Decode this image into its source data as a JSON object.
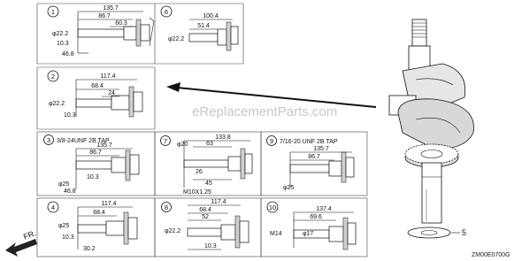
{
  "panels": [
    {
      "number": "1",
      "dims": [
        "135.7",
        "86.7",
        "60.3",
        "φ22.2",
        "10.3",
        "46.8"
      ]
    },
    {
      "number": "6",
      "dims": [
        "100.4",
        "51.4",
        "φ22.2"
      ]
    },
    {
      "number": "2",
      "dims": [
        "117.4",
        "68.4",
        "24",
        "φ22.2",
        "10.3"
      ]
    },
    {
      "number": "3",
      "note": "3/8-24UNF 2B TAP",
      "dims": [
        "135.7",
        "86.7",
        "10.3",
        "φ25",
        "46.8"
      ]
    },
    {
      "number": "7",
      "dims": [
        "133.8",
        "63",
        "φ20",
        "26",
        "45",
        "M10X1.25"
      ]
    },
    {
      "number": "9",
      "note": "7/16-20 UNF 2B TAP",
      "dims": [
        "135.7",
        "86.7",
        "φ25"
      ]
    },
    {
      "number": "4",
      "dims": [
        "117.4",
        "68.4",
        "φ25",
        "10.3",
        "30.2"
      ]
    },
    {
      "number": "8",
      "dims": [
        "117.4",
        "68.4",
        "52",
        "φ22.2",
        "10.3"
      ]
    },
    {
      "number": "10",
      "dims": [
        "137.4",
        "69.6",
        "M14",
        "φ17"
      ]
    }
  ],
  "front_label": "FR.",
  "washer_part_number": "5",
  "drawing_code": "ZM00E0700G"
}
